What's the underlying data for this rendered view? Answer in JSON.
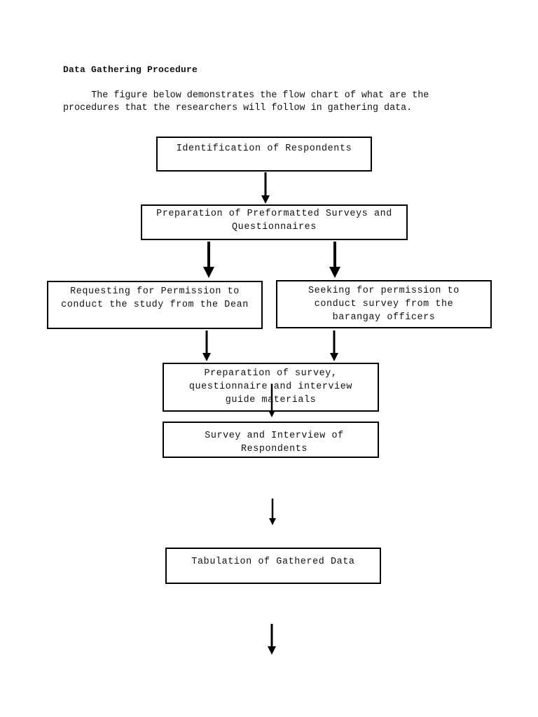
{
  "document": {
    "heading": "Data Gathering Procedure",
    "intro": "     The figure below demonstrates the flow chart of what are the procedures that the researchers will follow in gathering data."
  },
  "flowchart": {
    "steps": [
      {
        "id": "identification",
        "label": "Identification of Respondents"
      },
      {
        "id": "preparation-surveys",
        "label": "Preparation of Preformatted Surveys and Questionnaires"
      },
      {
        "id": "permission-dean",
        "label": "Requesting for Permission to conduct the study from the Dean"
      },
      {
        "id": "permission-barangay",
        "label": "Seeking for permission to conduct survey from the barangay officers"
      },
      {
        "id": "preparation-materials",
        "label": "Preparation of survey, questionnaire and interview guide materials"
      },
      {
        "id": "survey-interview",
        "label": "Survey and Interview of Respondents"
      },
      {
        "id": "tabulation",
        "label": "Tabulation of Gathered Data"
      }
    ]
  }
}
